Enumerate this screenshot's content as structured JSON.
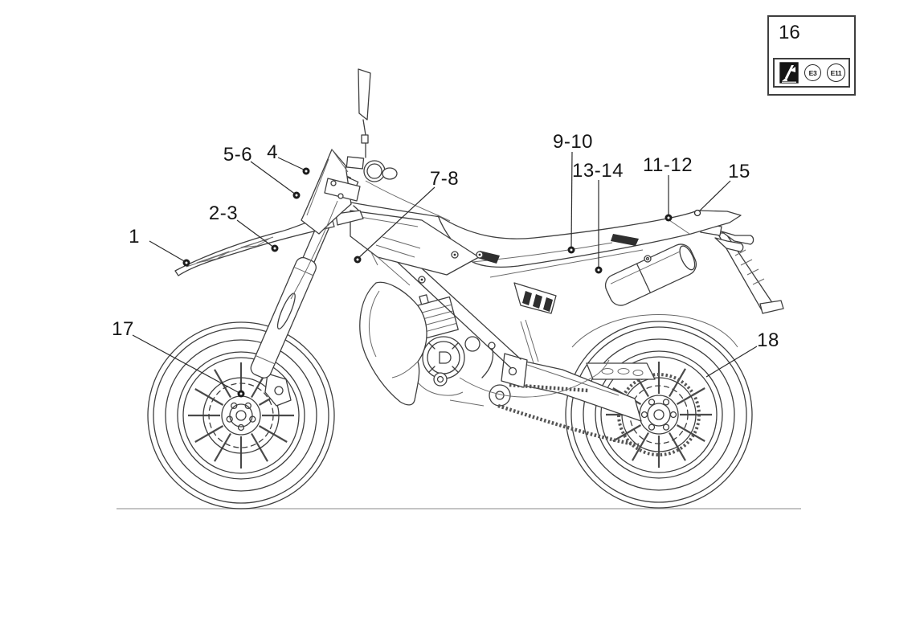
{
  "diagram": {
    "description": "Left-side line drawing of a supermoto motorcycle with numbered decal-position callouts",
    "callouts": [
      {
        "label": "1"
      },
      {
        "label": "2-3"
      },
      {
        "label": "4"
      },
      {
        "label": "5-6"
      },
      {
        "label": "7-8"
      },
      {
        "label": "9-10"
      },
      {
        "label": "11-12"
      },
      {
        "label": "13-14"
      },
      {
        "label": "15"
      },
      {
        "label": "17"
      },
      {
        "label": "18"
      }
    ]
  },
  "legend": {
    "number": "16",
    "approval_marks": [
      "E3",
      "E11"
    ],
    "logo_icon": "reflective-decal-logo-icon"
  },
  "colors": {
    "line": "#3f3f3f",
    "text": "#161616",
    "ground": "#b0b0b0",
    "background": "#ffffff"
  }
}
